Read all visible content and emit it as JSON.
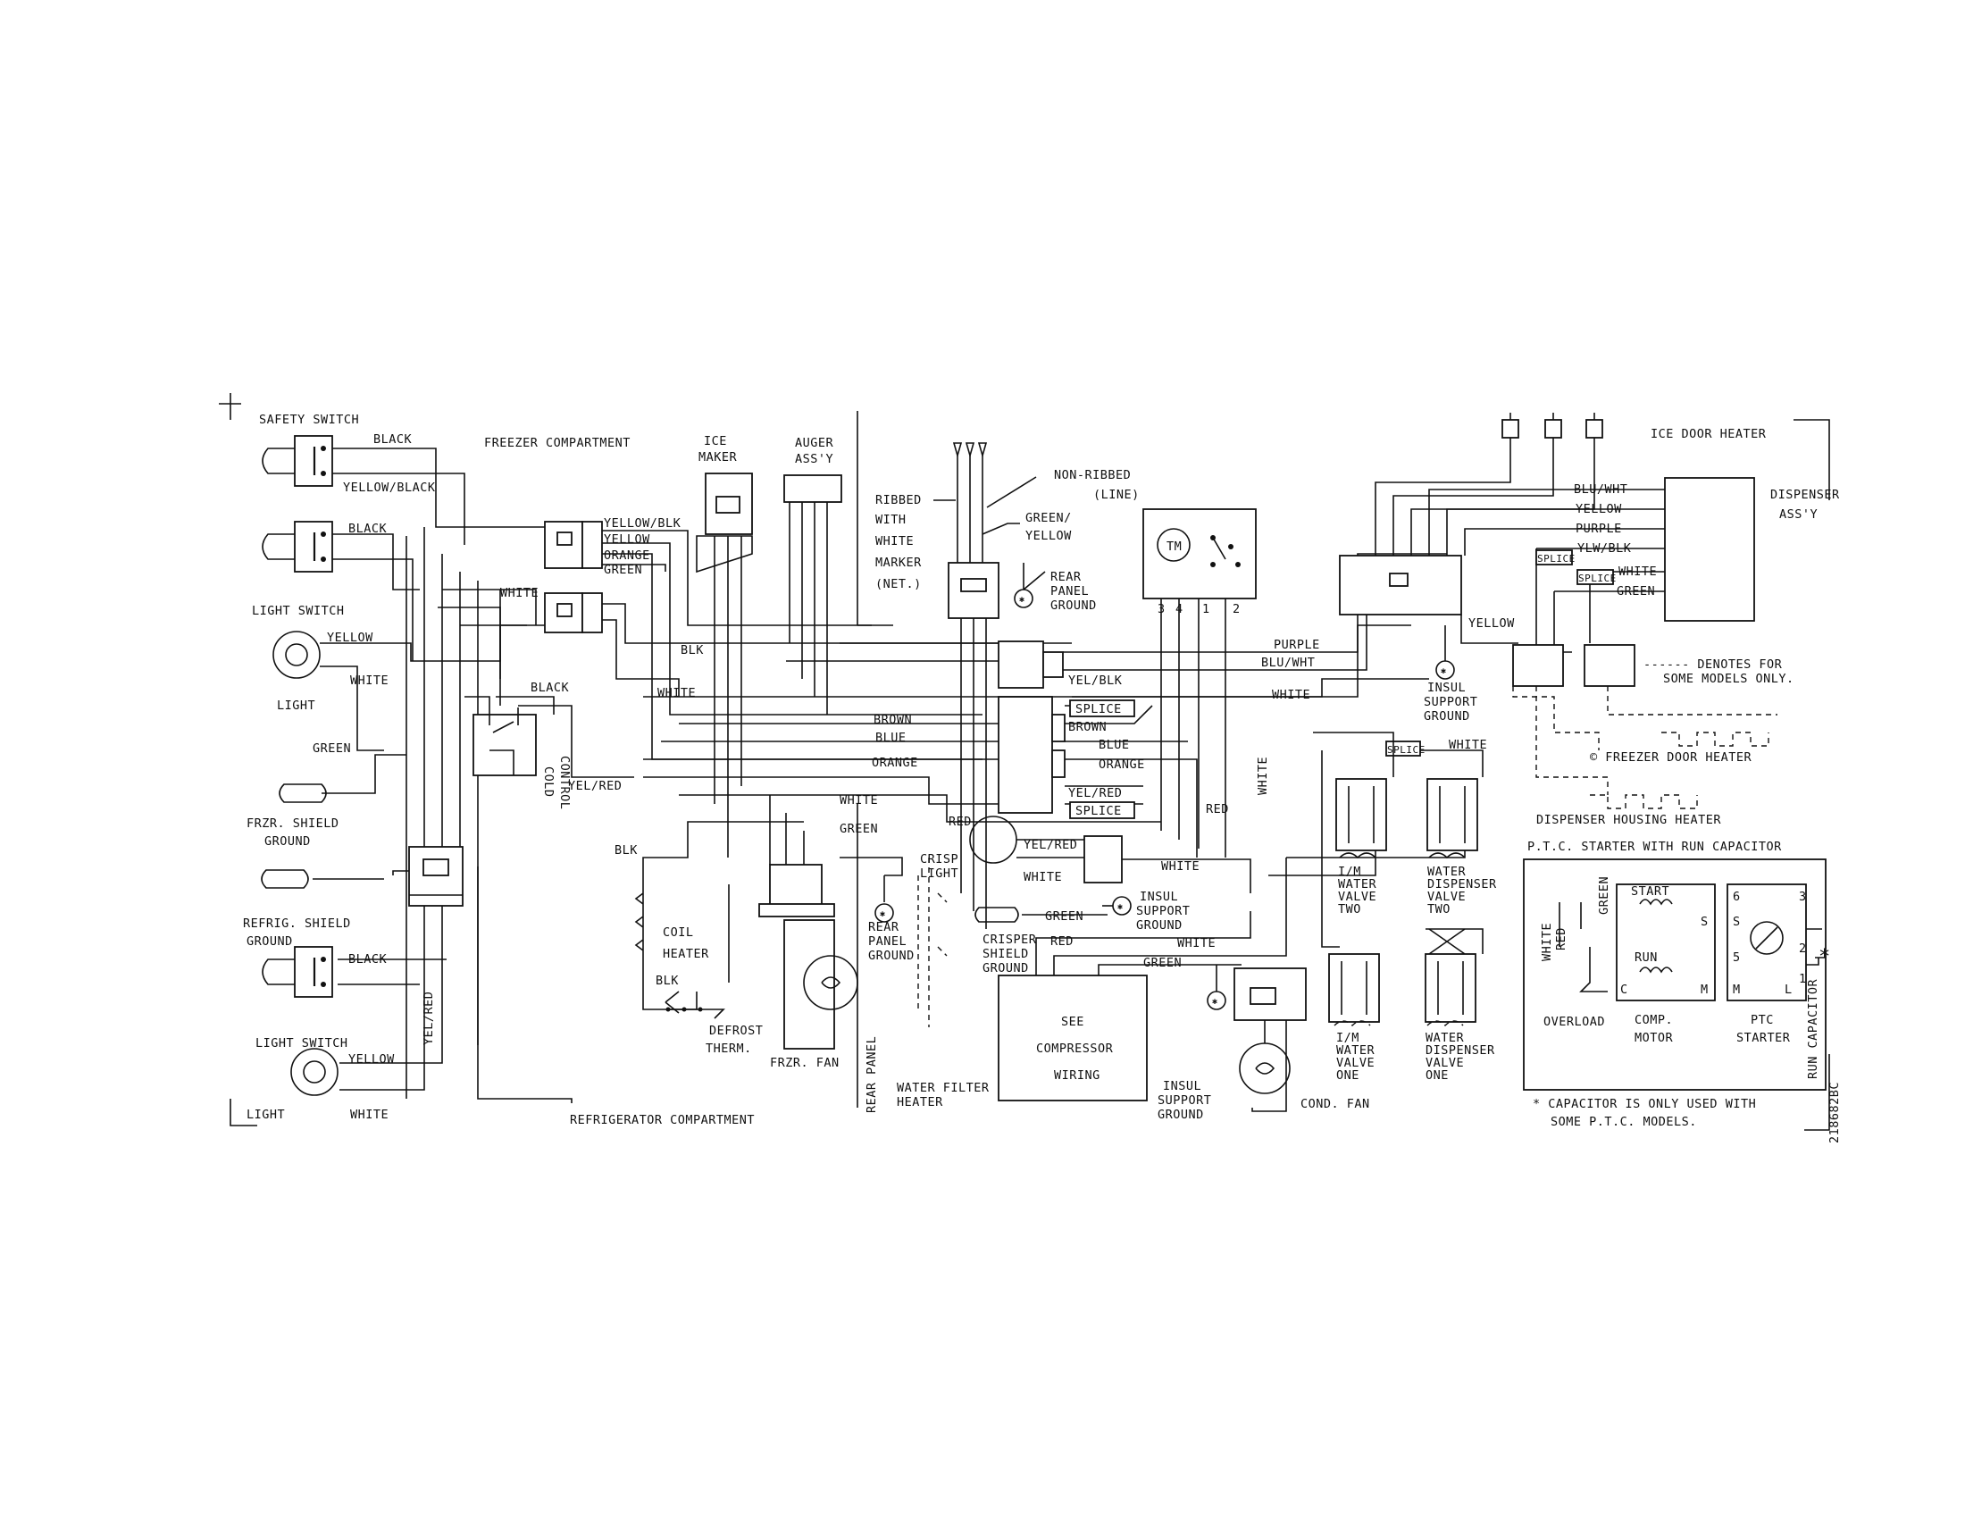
{
  "labels": {
    "safety_switch": "SAFETY SWITCH",
    "freezer_compartment": "FREEZER COMPARTMENT",
    "ice_maker_1": "ICE",
    "ice_maker_2": "MAKER",
    "auger_1": "AUGER",
    "auger_2": "ASS'Y",
    "ribbed_1": "RIBBED",
    "ribbed_2": "WITH",
    "ribbed_3": "WHITE",
    "ribbed_4": "MARKER",
    "ribbed_5": "(NET.)",
    "non_ribbed_1": "NON-RIBBED",
    "non_ribbed_2": "(LINE)",
    "green_yellow_1": "GREEN/",
    "green_yellow_2": "YELLOW",
    "rear_panel_ground_1": "REAR",
    "rear_panel_ground_2": "PANEL",
    "rear_panel_ground_3": "GROUND",
    "ice_door_heater": "ICE DOOR HEATER",
    "dispenser_assy_1": "DISPENSER",
    "dispenser_assy_2": "ASS'Y",
    "light_switch_top": "LIGHT SWITCH",
    "light_top": "LIGHT",
    "frzr_shield_1": "FRZR. SHIELD",
    "frzr_shield_2": "GROUND",
    "refrig_shield_1": "REFRIG. SHIELD",
    "refrig_shield_2": "GROUND",
    "light_switch_bottom": "LIGHT SWITCH",
    "light_bottom": "LIGHT",
    "refrigerator_compartment": "REFRIGERATOR COMPARTMENT",
    "cold_control_1": "COLD",
    "cold_control_2": "CONTROL",
    "coil_heater_1": "COIL",
    "coil_heater_2": "HEATER",
    "defrost_therm_1": "DEFROST",
    "defrost_therm_2": "THERM.",
    "frzr_fan": "FRZR. FAN",
    "rear_panel_ground_b1": "REAR",
    "rear_panel_ground_b2": "PANEL",
    "rear_panel_ground_b3": "GROUND",
    "crisp_light_1": "CRISP",
    "crisp_light_2": "LIGHT",
    "rear_panel_vertical": "REAR PANEL",
    "water_filter_heater_1": "WATER FILTER",
    "water_filter_heater_2": "HEATER",
    "crisper_shield_1": "CRISPER",
    "crisper_shield_2": "SHIELD",
    "crisper_shield_3": "GROUND",
    "insul_support_mid_1": "INSUL",
    "insul_support_mid_2": "SUPPORT",
    "insul_support_mid_3": "GROUND",
    "see_compressor_1": "SEE",
    "see_compressor_2": "COMPRESSOR",
    "see_compressor_3": "WIRING",
    "insul_support_bot_1": "INSUL",
    "insul_support_bot_2": "SUPPORT",
    "insul_support_bot_3": "GROUND",
    "cond_fan": "COND. FAN",
    "insul_support_top_1": "INSUL",
    "insul_support_top_2": "SUPPORT",
    "insul_support_top_3": "GROUND",
    "im_valve_two_1": "I/M",
    "im_valve_two_2": "WATER",
    "im_valve_two_3": "VALVE",
    "im_valve_two_4": "TWO",
    "water_disp_two_1": "WATER",
    "water_disp_two_2": "DISPENSER",
    "water_disp_two_3": "VALVE",
    "water_disp_two_4": "TWO",
    "im_valve_one_1": "I/M",
    "im_valve_one_2": "WATER",
    "im_valve_one_3": "VALVE",
    "im_valve_one_4": "ONE",
    "water_disp_one_1": "WATER",
    "water_disp_one_2": "DISPENSER",
    "water_disp_one_3": "VALVE",
    "water_disp_one_4": "ONE",
    "denotes_1": "------ DENOTES FOR",
    "denotes_2": "SOME MODELS ONLY.",
    "freezer_door_heater": "© FREEZER DOOR HEATER",
    "dispenser_housing_heater": "DISPENSER HOUSING HEATER",
    "ptc_title": "P.T.C. STARTER WITH RUN CAPACITOR",
    "start": "START",
    "run": "RUN",
    "overload": "OVERLOAD",
    "comp_motor_1": "COMP.",
    "comp_motor_2": "MOTOR",
    "ptc_starter_1": "PTC",
    "ptc_starter_2": "STARTER",
    "run_capacitor": "RUN CAPACITOR",
    "capacitor_note_1": "* CAPACITOR IS ONLY USED WITH",
    "capacitor_note_2": "SOME P.T.C. MODELS.",
    "part_number": "218682BC",
    "tm": "TM",
    "splice": "SPLICE",
    "pin_s": "S",
    "pin_m": "M",
    "pin_c": "C",
    "pin_l": "L",
    "pin_6": "6",
    "pin_5": "5",
    "pin_3": "3",
    "pin_2": "2",
    "pin_1": "1",
    "tm_pin_3": "3",
    "tm_pin_4": "4",
    "tm_pin_1": "1",
    "tm_pin_2": "2",
    "asterisk": "*"
  },
  "wire_labels": {
    "black_1": "BLACK",
    "yellow_black": "YELLOW/BLACK",
    "black_2": "BLACK",
    "yellow_light": "YELLOW",
    "white_light": "WHITE",
    "green_shield": "GREEN",
    "yellow_blk_conn": "YELLOW/BLK",
    "yellow_conn": "YELLOW",
    "orange_conn": "ORANGE",
    "green_conn": "GREEN",
    "white_conn": "WHITE",
    "black_cold": "BLACK",
    "blk_mid": "BLK",
    "white_mid": "WHITE",
    "yel_red_left": "YEL/RED",
    "blk_coil": "BLK",
    "blk_coil_2": "BLK",
    "purple_right": "PURPLE",
    "blu_wht_right": "BLU/WHT",
    "white_right": "WHITE",
    "yel_blk_mid": "YEL/BLK",
    "brown_1": "BROWN",
    "brown_2": "BROWN",
    "blue_1": "BLUE",
    "blue_2": "BLUE",
    "orange_1": "ORANGE",
    "orange_2": "ORANGE",
    "yel_red_mid": "YEL/RED",
    "red_1": "RED",
    "red_2": "RED",
    "white_long": "WHITE",
    "green_fan": "GREEN",
    "yel_red_crisp": "YEL/RED",
    "white_crisp": "WHITE",
    "white_crisp_2": "WHITE",
    "green_crisper": "GREEN",
    "red_comp": "RED",
    "white_comp": "WHITE",
    "green_comp": "GREEN",
    "white_vertical": "WHITE",
    "white_splice": "WHITE",
    "yellow_disp": "YELLOW",
    "blu_wht_disp": "BLU/WHT",
    "yellow_disp_2": "YELLOW",
    "purple_disp": "PURPLE",
    "ylw_blk_disp": "YLW/BLK",
    "white_disp": "WHITE",
    "green_disp": "GREEN",
    "yel_red_vertical": "YEL/RED",
    "yellow_bot": "YELLOW",
    "black_bot": "BLACK",
    "white_bot": "WHITE",
    "white_ptc": "WHITE",
    "red_ptc": "RED",
    "green_ptc": "GREEN"
  }
}
